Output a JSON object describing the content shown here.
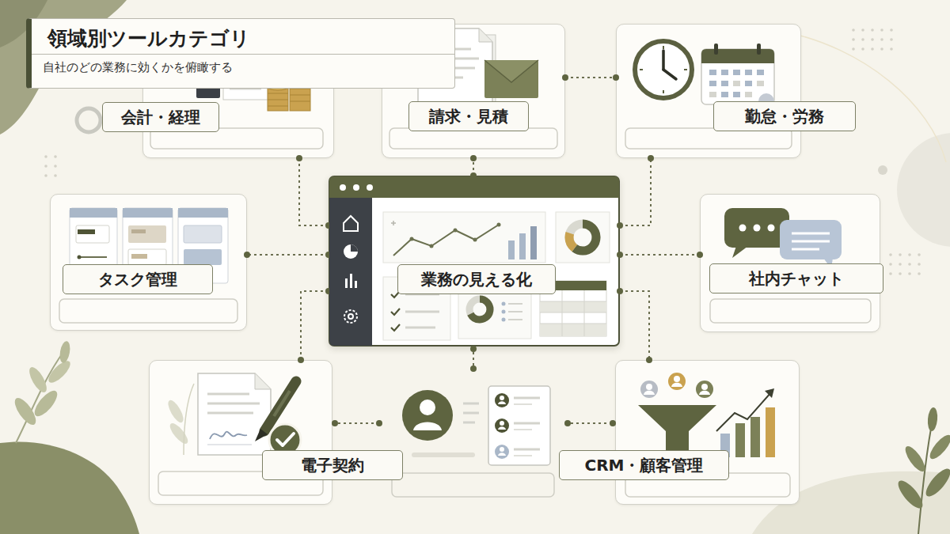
{
  "diagram": {
    "title": "領域別ツールカテゴリ",
    "caption": "自社のどの業務に効くかを俯瞰する",
    "nodes": [
      {
        "text": [
          "会計・経理"
        ]
      },
      {
        "text": [
          "請求・見積"
        ]
      },
      {
        "text": [
          "勤怠・労務"
        ]
      },
      {
        "text": [
          "タスク管理"
        ]
      },
      {
        "text": [
          "業務の見える化"
        ]
      },
      {
        "text": [
          "社内チャット"
        ]
      },
      {
        "text": [
          "電子契約"
        ]
      },
      {
        "text": [
          "CRM・顧客管理"
        ]
      }
    ],
    "edges": [
      {
        "from": 4,
        "to": 0,
        "arrow": "none"
      },
      {
        "from": 4,
        "to": 1,
        "arrow": "none"
      },
      {
        "from": 4,
        "to": 2,
        "arrow": "none"
      },
      {
        "from": 4,
        "to": 3,
        "arrow": "none"
      },
      {
        "from": 4,
        "to": 5,
        "arrow": "none"
      },
      {
        "from": 4,
        "to": 6,
        "arrow": "none"
      },
      {
        "from": 4,
        "to": 7,
        "arrow": "none"
      },
      {
        "from": 1,
        "to": 2,
        "arrow": "none"
      }
    ]
  }
}
